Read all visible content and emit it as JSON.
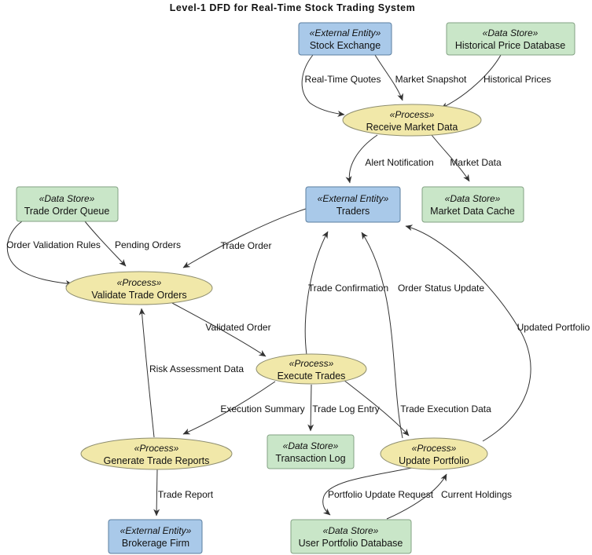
{
  "title": "Level-1 DFD for Real-Time Stock Trading System",
  "colors": {
    "external_entity_fill": "#a9c9e9",
    "external_entity_border": "#5b7e9f",
    "data_store_fill": "#c9e6c8",
    "data_store_border": "#83a183",
    "process_fill": "#f1e8a9",
    "process_border": "#8e8e70",
    "edge": "#333333",
    "text": "#111111"
  },
  "nodes": {
    "stock_exchange": {
      "type": "external_entity",
      "stereotype": "«External Entity»",
      "label": "Stock Exchange"
    },
    "historical_price_database": {
      "type": "data_store",
      "stereotype": "«Data Store»",
      "label": "Historical Price Database"
    },
    "receive_market_data": {
      "type": "process",
      "stereotype": "«Process»",
      "label": "Receive Market Data"
    },
    "traders": {
      "type": "external_entity",
      "stereotype": "«External Entity»",
      "label": "Traders"
    },
    "market_data_cache": {
      "type": "data_store",
      "stereotype": "«Data Store»",
      "label": "Market Data Cache"
    },
    "trade_order_queue": {
      "type": "data_store",
      "stereotype": "«Data Store»",
      "label": "Trade Order Queue"
    },
    "validate_trade_orders": {
      "type": "process",
      "stereotype": "«Process»",
      "label": "Validate Trade Orders"
    },
    "execute_trades": {
      "type": "process",
      "stereotype": "«Process»",
      "label": "Execute Trades"
    },
    "generate_trade_reports": {
      "type": "process",
      "stereotype": "«Process»",
      "label": "Generate Trade Reports"
    },
    "update_portfolio": {
      "type": "process",
      "stereotype": "«Process»",
      "label": "Update Portfolio"
    },
    "transaction_log": {
      "type": "data_store",
      "stereotype": "«Data Store»",
      "label": "Transaction Log"
    },
    "brokerage_firm": {
      "type": "external_entity",
      "stereotype": "«External Entity»",
      "label": "Brokerage Firm"
    },
    "user_portfolio_database": {
      "type": "data_store",
      "stereotype": "«Data Store»",
      "label": "User Portfolio Database"
    }
  },
  "flows": {
    "real_time_quotes": {
      "label": "Real-Time Quotes",
      "from": "stock_exchange",
      "to": "receive_market_data"
    },
    "market_snapshot": {
      "label": "Market Snapshot",
      "from": "stock_exchange",
      "to": "receive_market_data"
    },
    "historical_prices": {
      "label": "Historical Prices",
      "from": "historical_price_database",
      "to": "receive_market_data"
    },
    "alert_notification": {
      "label": "Alert Notification",
      "from": "receive_market_data",
      "to": "traders"
    },
    "market_data": {
      "label": "Market Data",
      "from": "receive_market_data",
      "to": "market_data_cache"
    },
    "order_validation_rules": {
      "label": "Order Validation Rules",
      "from": "trade_order_queue",
      "to": "validate_trade_orders"
    },
    "pending_orders": {
      "label": "Pending Orders",
      "from": "trade_order_queue",
      "to": "validate_trade_orders"
    },
    "trade_order": {
      "label": "Trade Order",
      "from": "traders",
      "to": "validate_trade_orders"
    },
    "validated_order": {
      "label": "Validated Order",
      "from": "validate_trade_orders",
      "to": "execute_trades"
    },
    "trade_confirmation": {
      "label": "Trade Confirmation",
      "from": "execute_trades",
      "to": "traders"
    },
    "order_status_update": {
      "label": "Order Status Update",
      "from": "update_portfolio",
      "to": "traders"
    },
    "updated_portfolio": {
      "label": "Updated Portfolio",
      "from": "update_portfolio",
      "to": "traders"
    },
    "risk_assessment_data": {
      "label": "Risk Assessment Data",
      "from": "generate_trade_reports",
      "to": "validate_trade_orders"
    },
    "execution_summary": {
      "label": "Execution Summary",
      "from": "execute_trades",
      "to": "generate_trade_reports"
    },
    "trade_log_entry": {
      "label": "Trade Log Entry",
      "from": "execute_trades",
      "to": "transaction_log"
    },
    "trade_execution_data": {
      "label": "Trade Execution Data",
      "from": "execute_trades",
      "to": "update_portfolio"
    },
    "trade_report": {
      "label": "Trade Report",
      "from": "generate_trade_reports",
      "to": "brokerage_firm"
    },
    "portfolio_update_request": {
      "label": "Portfolio Update Request",
      "from": "update_portfolio",
      "to": "user_portfolio_database"
    },
    "current_holdings": {
      "label": "Current Holdings",
      "from": "user_portfolio_database",
      "to": "update_portfolio"
    }
  }
}
